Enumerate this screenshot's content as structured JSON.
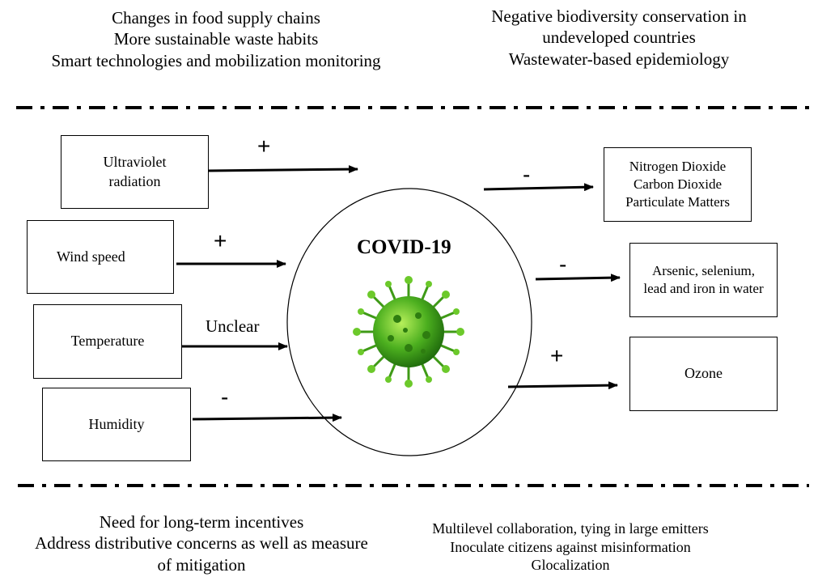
{
  "top_left": [
    "Changes in food supply chains",
    "More sustainable waste habits",
    "Smart technologies and mobilization monitoring"
  ],
  "top_right": [
    "Negative biodiversity conservation in",
    "undeveloped countries",
    "Wastewater-based epidemiology"
  ],
  "center": {
    "title": "COVID-19",
    "icon": "virus-icon",
    "virus_color": "#4caf1f"
  },
  "inputs": [
    {
      "lines": [
        "Ultraviolet",
        "radiation"
      ],
      "sign": "+"
    },
    {
      "lines": [
        "Wind speed"
      ],
      "sign": "+"
    },
    {
      "lines": [
        "Temperature"
      ],
      "sign": "Unclear"
    },
    {
      "lines": [
        "Humidity"
      ],
      "sign": "-"
    }
  ],
  "outputs": [
    {
      "lines": [
        "Nitrogen Dioxide",
        "Carbon Dioxide",
        "Particulate Matters"
      ],
      "sign": "-"
    },
    {
      "lines": [
        "Arsenic, selenium,",
        "lead and iron in water"
      ],
      "sign": "-"
    },
    {
      "lines": [
        "Ozone"
      ],
      "sign": "+"
    }
  ],
  "bottom_left": [
    "Need for long-term incentives",
    "Address distributive concerns as well as measure",
    "of mitigation"
  ],
  "bottom_right": [
    "Multilevel collaboration, tying in large emitters",
    "Inoculate citizens against misinformation",
    "Glocalization"
  ]
}
